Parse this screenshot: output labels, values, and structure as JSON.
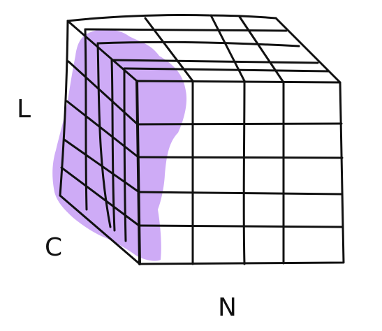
{
  "labels": {
    "left": "L",
    "bottom_left": "C",
    "bottom": "N"
  },
  "colors": {
    "line": "#111111",
    "highlight": "#c9a2f5"
  }
}
